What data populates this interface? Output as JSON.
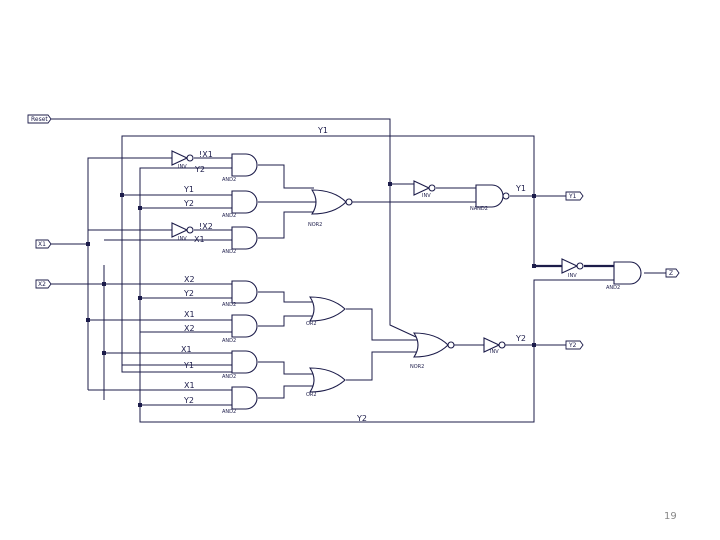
{
  "ports": {
    "reset": "Reset",
    "x1_in": "X1",
    "x2_in": "X2",
    "y1_out": "Y1",
    "y2_out": "Y2",
    "z_out": "Z"
  },
  "gate_types": {
    "inv": "INV",
    "and2": "AND2",
    "nand2": "NAND2",
    "or2": "OR2",
    "nor2": "NOR2"
  },
  "signals": {
    "x1": "X1",
    "x2": "X2",
    "y1": "Y1",
    "y2": "Y2",
    "not_x1": "!X1",
    "not_x2": "!X2"
  },
  "page_number": "19",
  "colors": {
    "wire": "#1c1c4a",
    "page_number": "#888888"
  }
}
